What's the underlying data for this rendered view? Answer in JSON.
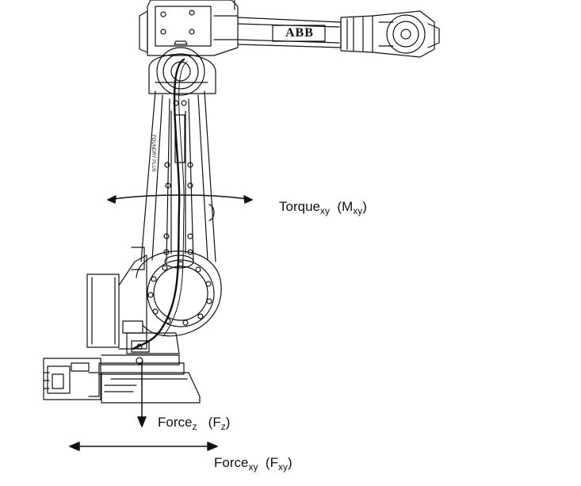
{
  "diagram": {
    "robot_logo": "ABB",
    "robot_arm_sticker": "FOUNDRY PLUS",
    "labels": {
      "torque": {
        "main": "Torque",
        "sub": "xy",
        "sym_main": "M",
        "sym_sub": "xy"
      },
      "force_z": {
        "main": "Force",
        "sub": "z",
        "sym_main": "F",
        "sym_sub": "z"
      },
      "force_xy": {
        "main": "Force",
        "sub": "xy",
        "sym_main": "F",
        "sym_sub": "xy"
      }
    },
    "colors": {
      "line": "#111111",
      "background": "#ffffff"
    }
  }
}
